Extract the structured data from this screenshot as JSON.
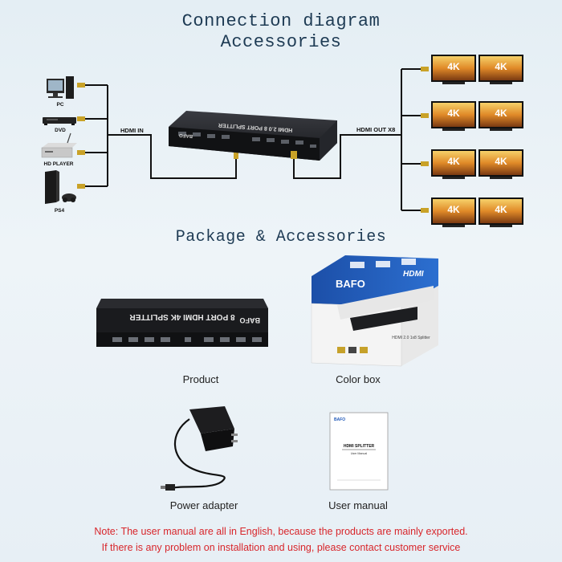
{
  "headings": {
    "connection": "Connection diagram",
    "accessories": "Accessories",
    "package": "Package & Accessories"
  },
  "diagram": {
    "hdmi_in": "HDMI IN",
    "hdmi_out": "HDMI OUT X8",
    "sources": [
      "PC",
      "DVD",
      "HD PLAYER",
      "PS4"
    ],
    "display_label": "4K",
    "device_label": "HDMI 2.0 8 PORT SPLITTER",
    "device_brand": "BAFO"
  },
  "package": {
    "product_caption": "Product",
    "colorbox_caption": "Color box",
    "adapter_caption": "Power adapter",
    "manual_caption": "User manual",
    "product_text": "8 PORT HDMI 4K SPLITTER",
    "product_brand": "BAFO",
    "box_brand": "BAFO",
    "box_hdmi_logo": "HDMI",
    "box_side_text": "HDMI 2.0 1x8 Splitter",
    "manual_brand": "BAFO",
    "manual_title": "HDMI SPLITTER",
    "manual_subtitle": "User Manual"
  },
  "notes": {
    "line1": "Note: The user manual are all in English, because the products are mainly exported.",
    "line2": "If there is any problem on installation and using, please contact customer service"
  },
  "colors": {
    "heading": "#1e3b54",
    "note": "#d8262b",
    "cable": "#111111",
    "device": "#1b1c1f",
    "box_blue": "#1f58b8"
  }
}
